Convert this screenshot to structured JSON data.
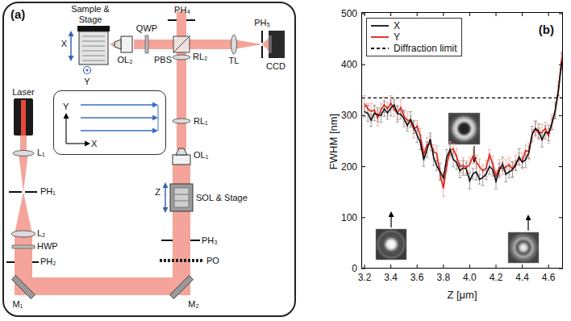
{
  "diagram": {
    "nodes": [
      {
        "text": [
          "(a)"
        ]
      },
      {
        "text": [
          "Y",
          "X"
        ],
        "in": 0
      },
      {
        "text": [
          "(b)"
        ]
      }
    ],
    "labels": [
      "Sample & Stage",
      "PH₄",
      "X",
      "Y",
      "QWP",
      "OL₂",
      "PBS",
      "RL₂",
      "TL",
      "PH₅",
      "CCD",
      "Laser",
      "L₁",
      "PH₁",
      "L₂",
      "HWP",
      "PH₂",
      "M₁",
      "M₂",
      "PO",
      "PH₃",
      "RL₁",
      "OL₁",
      "Z",
      "SOL & Stage",
      "FWHM [nm]",
      "0",
      "100",
      "200",
      "300",
      "400",
      "500",
      "3.2",
      "3.4",
      "3.6",
      "3.8",
      "4.0",
      "4.2",
      "4.4",
      "4.6",
      "Z [μm]"
    ],
    "legend": [
      {
        "text": "X"
      },
      {
        "text": "Y"
      },
      {
        "text": "Diffraction limit"
      }
    ]
  }
}
